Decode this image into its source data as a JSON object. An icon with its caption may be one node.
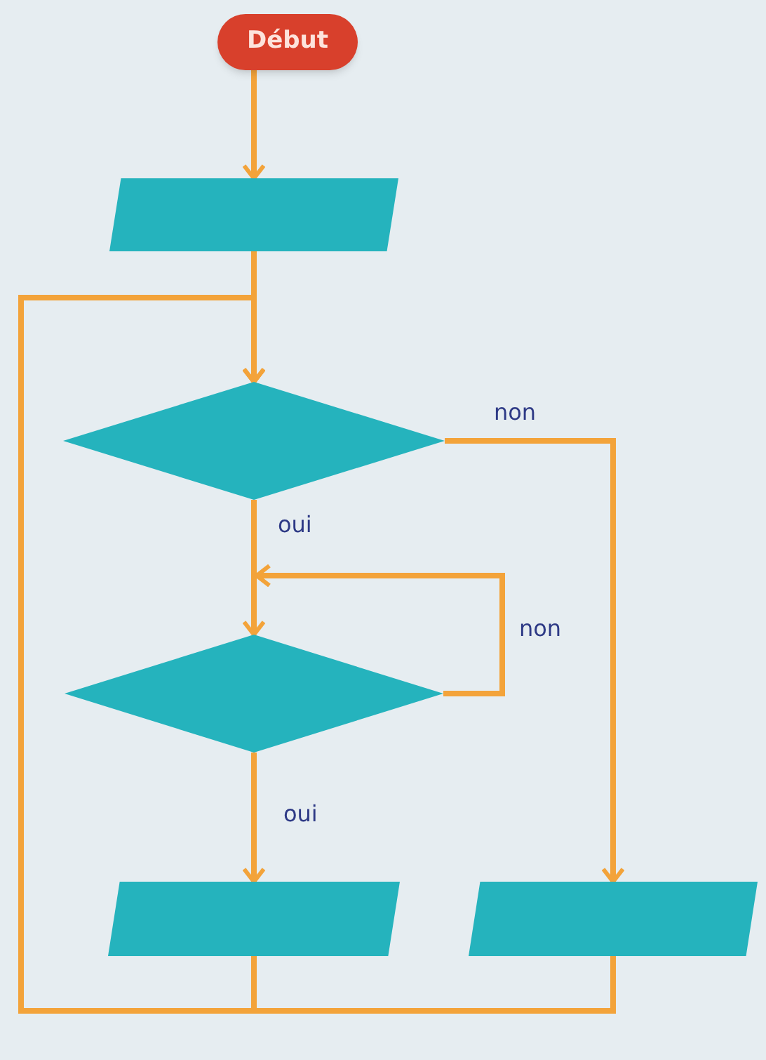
{
  "diagram": {
    "nodes": [
      {
        "text": [
          "Début"
        ]
      },
      {
        "text": [],
        "shape": "parallelogram"
      },
      {
        "text": [],
        "shape": "diamond"
      },
      {
        "text": [],
        "shape": "diamond"
      },
      {
        "text": [],
        "shape": "parallelogram"
      },
      {
        "text": [],
        "shape": "parallelogram"
      }
    ],
    "edges": [
      {
        "from": 0,
        "to": 1,
        "arrow": "to"
      },
      {
        "from": 1,
        "to": 2,
        "arrow": "to"
      },
      {
        "from": 2,
        "to": 3,
        "arrow": "to",
        "label": "oui"
      },
      {
        "from": 2,
        "to": 5,
        "arrow": "to",
        "label": "non"
      },
      {
        "from": 3,
        "to": 3,
        "arrow": "to",
        "label": "non"
      },
      {
        "from": 3,
        "to": 4,
        "arrow": "to",
        "label": "oui"
      },
      {
        "from": 4,
        "to": 2,
        "arrow": "to"
      },
      {
        "from": 5,
        "to": 2,
        "arrow": "to"
      }
    ]
  }
}
